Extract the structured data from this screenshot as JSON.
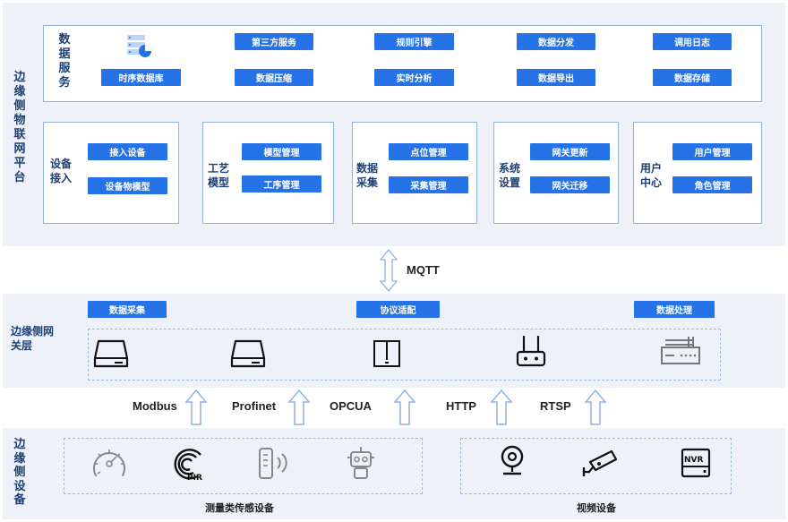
{
  "platform": {
    "label": "边缘侧物联网平台",
    "data_service": {
      "label": "数据服务",
      "buttons": [
        "时序数据库",
        "第三方服务",
        "数据压缩",
        "规则引擎",
        "实时分析",
        "数据分发",
        "数据导出",
        "调用日志",
        "数据存储"
      ]
    },
    "modules": [
      {
        "label": "设备接入",
        "buttons": [
          "接入设备",
          "设备物模型"
        ]
      },
      {
        "label": "工艺模型",
        "buttons": [
          "模型管理",
          "工序管理"
        ]
      },
      {
        "label": "数据采集",
        "buttons": [
          "点位管理",
          "采集管理"
        ]
      },
      {
        "label": "系统设置",
        "buttons": [
          "网关更新",
          "网关迁移"
        ]
      },
      {
        "label": "用户中心",
        "buttons": [
          "用户管理",
          "角色管理"
        ]
      }
    ]
  },
  "mqtt": {
    "label": "MQTT"
  },
  "gateway": {
    "label": "边缘侧网关层",
    "buttons": [
      "数据采集",
      "协议适配",
      "数据处理"
    ],
    "icons": [
      "gateway-box-icon",
      "gateway-box-icon",
      "switch-panel-icon",
      "router-icon",
      "firewall-icon"
    ]
  },
  "protocols": [
    "Modbus",
    "Profinet",
    "OPCUA",
    "HTTP",
    "RTSP"
  ],
  "devices": {
    "label": "边缘侧设备",
    "sensors": {
      "label": "测量类传感设备",
      "icons": [
        "gauge-icon",
        "pir-sensor-icon",
        "meter-icon",
        "robot-icon"
      ],
      "pir_text": "PIR"
    },
    "video": {
      "label": "视频设备",
      "icons": [
        "webcam-icon",
        "cctv-camera-icon",
        "nvr-icon"
      ],
      "nvr_text": "NVR"
    }
  },
  "colors": {
    "accent": "#2673e8",
    "band": "#eef1f7",
    "border": "#8fb1e6",
    "label": "#1d3f73"
  }
}
